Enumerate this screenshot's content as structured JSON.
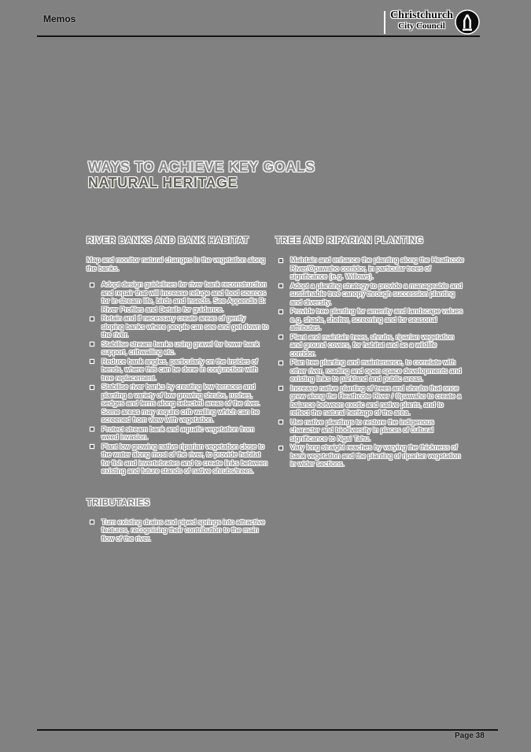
{
  "header": {
    "title": "Memos"
  },
  "logo": {
    "line1": "Christchurch",
    "line2": "City Council",
    "icon": "cathedral-icon"
  },
  "title": {
    "line1": "WAYS TO ACHIEVE KEY GOALS",
    "line2": "NATURAL HERITAGE"
  },
  "columns": {
    "left": {
      "sections": [
        {
          "heading": "RIVER BANKS AND BANK HABITAT",
          "intro": "Map and monitor natural changes in the vegetation along the banks.",
          "bullets": [
            "Adopt design guidelines for river bank reconstruction and repair that will increase refuge and food sources for in-stream life, birds and insects. See Appendix B: River Profiles and Details for guidance.",
            "Retain and if necessary create areas of gently sloping banks where people can see and get down to the river.",
            "Stabilise stream banks using gravel for lower bank support, cribwalling etc.",
            "Reduce bank angles, particularly on the insides of bends, where this can be done in conjunction with tree replacement.",
            "Stabilise river banks by creating low terraces and planting a variety of low growing shrubs, rushes, sedges and ferns along selected areas of the river. Some areas may require crib walling which can be screened from view with vegetation.",
            "Protect stream bank and aquatic vegetation from weed invasion.",
            "Plant low growing native riparian vegetation close to the water along most of the river, to provide habitat for fish and invertebrates and to create links between existing and future stands of native shrubs/trees."
          ]
        },
        {
          "heading": "TRIBUTARIES",
          "intro": "",
          "bullets": [
            "Turn existing drains and piped springs into attractive features, recognising their contribution to the main flow of the river."
          ]
        }
      ]
    },
    "right": {
      "sections": [
        {
          "heading": "TREE AND RIPARIAN PLANTING",
          "intro": "",
          "bullets": [
            "Maintain and enhance the planting along the Heathcote River/Opawaho corridor, in particular trees of significance (e.g. Willows).",
            "Adopt a planting strategy to provide a manageable and sustainable tree canopy through succession planting and diversity.",
            "Provide tree planting for amenity and landscape values e.g. shade, shelter, screening and for seasonal attributes.",
            "Plant and maintain trees, shrubs, riparian vegetation and ground covers, for habitat and as a wildlife corridor.",
            "Plan tree planting and maintenance, to correlate with other river, roading and open space developments and existing links to parkland and public areas.",
            "Increase native planting of trees and shrubs that once grew along the Heathcote River / Opawaho to create a balance between exotic and native plants, and to reflect the natural heritage of the area.",
            "Use native plantings to restore the indigenous character and biodiversity in places of cultural significance to Ngai Tahu.",
            "Vary long straight reaches by varying the thickness of bank vegetation and the planting of riparian vegetation in wider sections."
          ]
        }
      ]
    }
  },
  "footer": {
    "page_label": "Page 38"
  },
  "colors": {
    "background": "#818181",
    "halo": "#ffffff",
    "body_text": "#6e6e6e",
    "ink": "#141414",
    "title_line1": "#8a8a8a",
    "title_line2": "#63635a"
  }
}
